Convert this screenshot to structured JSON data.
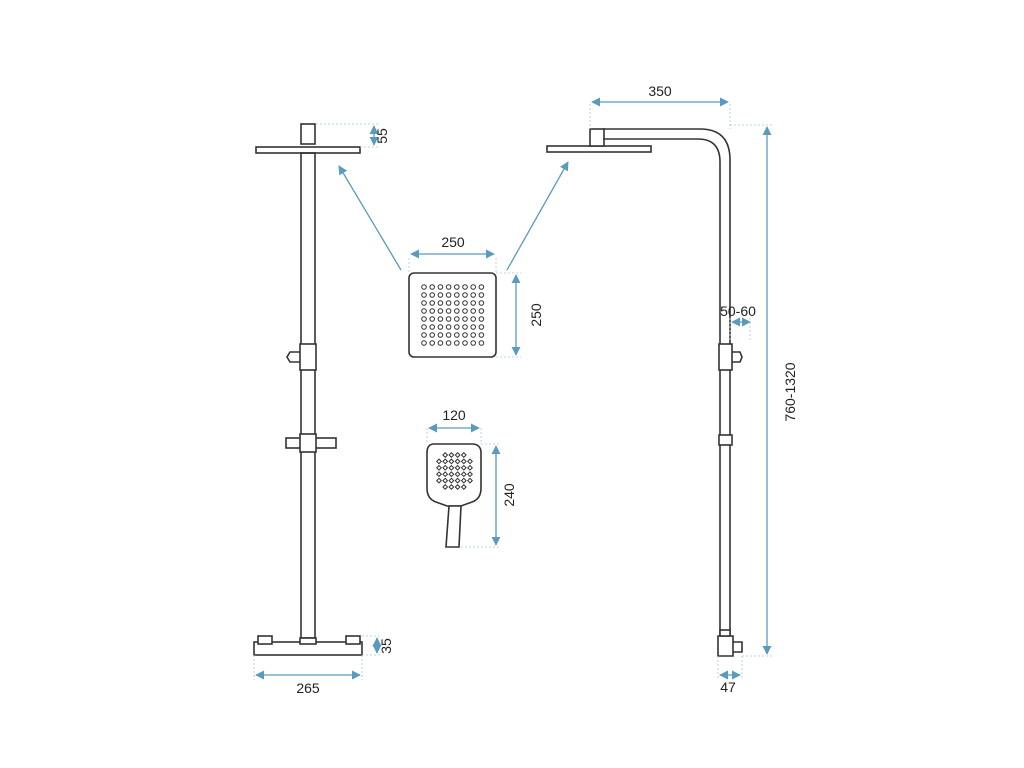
{
  "colors": {
    "dimension_line": "#5a9bbd",
    "outline": "#333333",
    "background": "#ffffff"
  },
  "dimensions": {
    "front_top_height": "55",
    "front_base_height": "35",
    "front_base_width": "265",
    "head_width": "250",
    "head_height": "250",
    "hand_width": "120",
    "hand_height": "240",
    "side_reach": "350",
    "side_wall_gap": "50-60",
    "side_total_height": "760-1320",
    "side_base_depth": "47"
  }
}
